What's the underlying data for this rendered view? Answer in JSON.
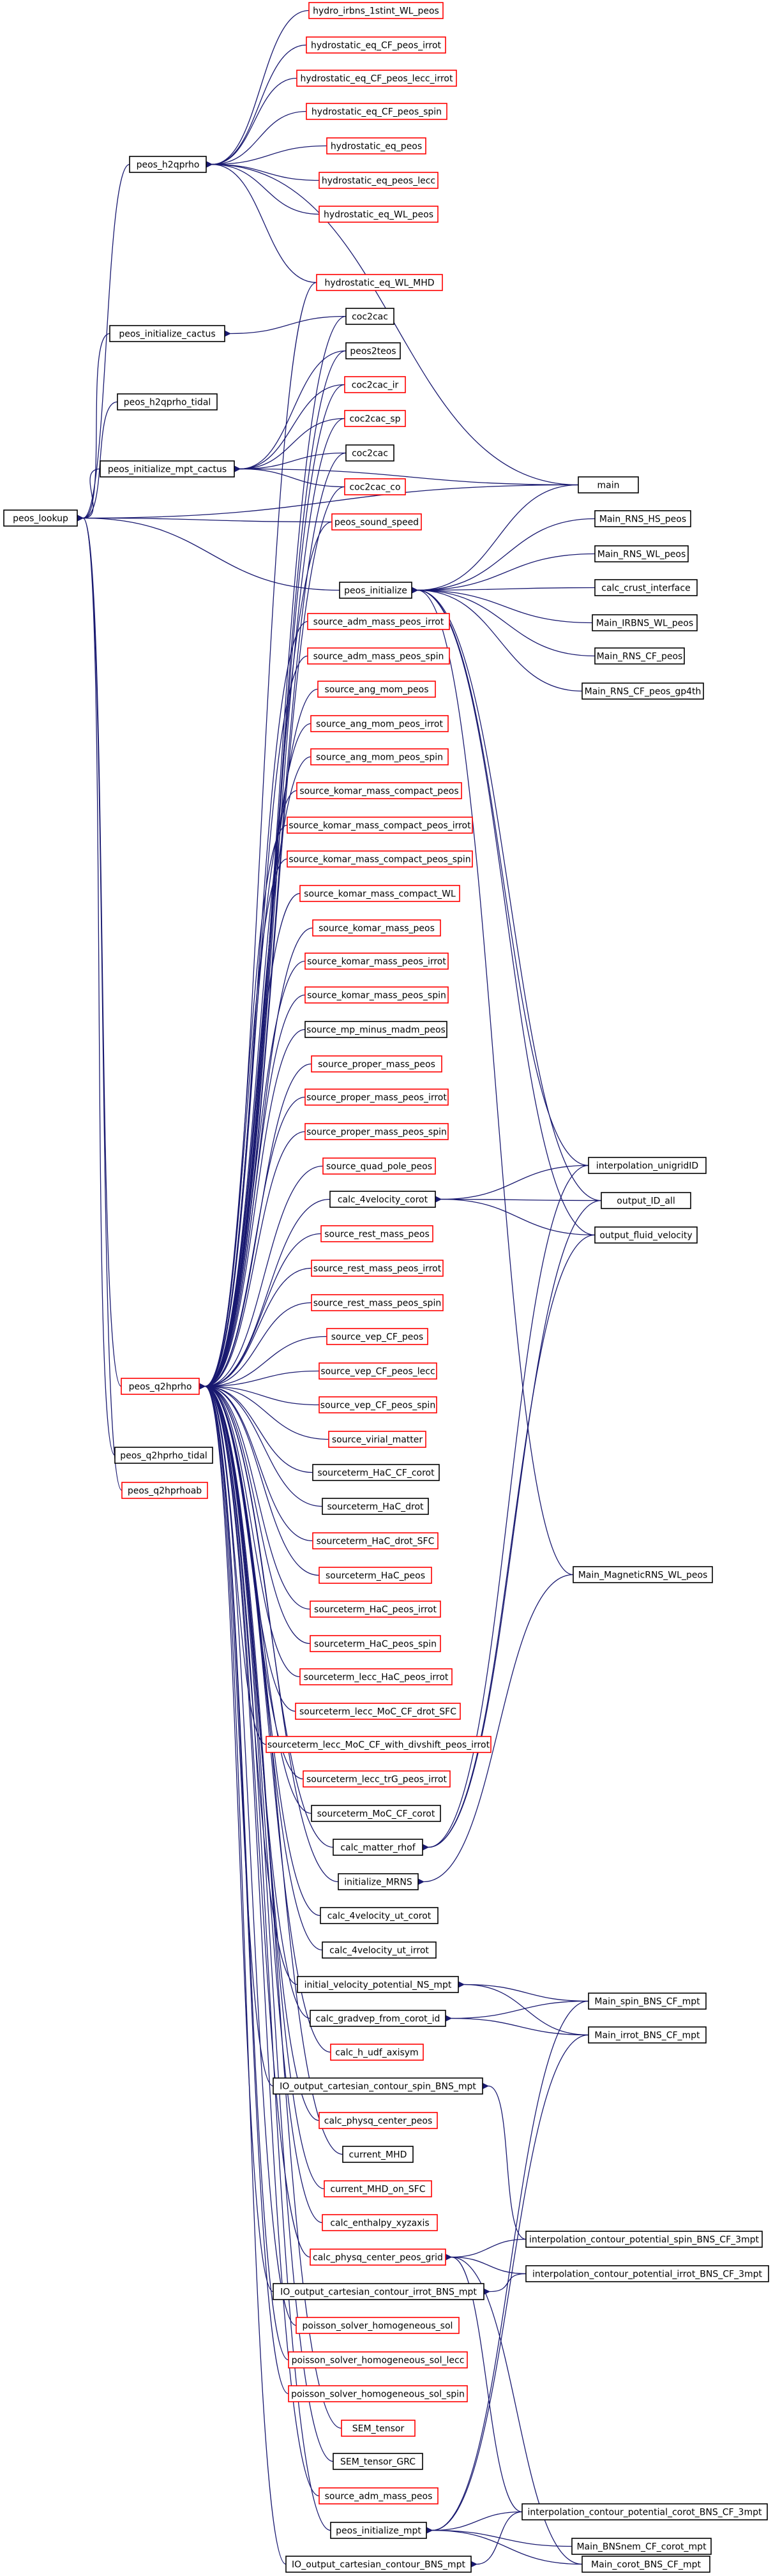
{
  "colors": {
    "edge": "#191970",
    "node_border_normal": "#000000",
    "node_border_leaf": "#ff0000",
    "root_fill": "#bfbfbf"
  },
  "nodes": [
    {
      "id": "root",
      "label": "peos_lookup",
      "kind": "root"
    },
    {
      "id": "h2qprho",
      "label": "peos_h2qprho",
      "kind": "normal"
    },
    {
      "id": "init_cactus",
      "label": "peos_initialize_cactus",
      "kind": "normal"
    },
    {
      "id": "h2qprho_tidal",
      "label": "peos_h2qprho_tidal",
      "kind": "normal"
    },
    {
      "id": "init_mpt_cactus",
      "label": "peos_initialize_mpt_cactus",
      "kind": "normal"
    },
    {
      "id": "q2hprho",
      "label": "peos_q2hprho",
      "kind": "leaf"
    },
    {
      "id": "q2hprho_tidal",
      "label": "peos_q2hprho_tidal",
      "kind": "normal"
    },
    {
      "id": "q2hprhoab",
      "label": "peos_q2hprhoab",
      "kind": "leaf"
    },
    {
      "id": "h_irbns",
      "label": "hydro_irbns_1stint_WL_peos",
      "kind": "leaf"
    },
    {
      "id": "h_cf_irrot",
      "label": "hydrostatic_eq_CF_peos_irrot",
      "kind": "leaf"
    },
    {
      "id": "h_cf_lecc_irrot",
      "label": "hydrostatic_eq_CF_peos_lecc_irrot",
      "kind": "leaf"
    },
    {
      "id": "h_cf_spin",
      "label": "hydrostatic_eq_CF_peos_spin",
      "kind": "leaf"
    },
    {
      "id": "h_eq",
      "label": "hydrostatic_eq_peos",
      "kind": "leaf"
    },
    {
      "id": "h_lecc",
      "label": "hydrostatic_eq_peos_lecc",
      "kind": "leaf"
    },
    {
      "id": "h_wl",
      "label": "hydrostatic_eq_WL_peos",
      "kind": "leaf"
    },
    {
      "id": "h_wl_mhd",
      "label": "hydrostatic_eq_WL_MHD",
      "kind": "leaf"
    },
    {
      "id": "coc2cac_a",
      "label": "coc2cac",
      "kind": "normal"
    },
    {
      "id": "peos2teos",
      "label": "peos2teos",
      "kind": "normal"
    },
    {
      "id": "coc2cac_ir",
      "label": "coc2cac_ir",
      "kind": "leaf"
    },
    {
      "id": "coc2cac_sp",
      "label": "coc2cac_sp",
      "kind": "leaf"
    },
    {
      "id": "coc2cac_b",
      "label": "coc2cac",
      "kind": "normal"
    },
    {
      "id": "coc2cac_co",
      "label": "coc2cac_co",
      "kind": "leaf"
    },
    {
      "id": "sound_speed",
      "label": "peos_sound_speed",
      "kind": "leaf"
    },
    {
      "id": "peos_init",
      "label": "peos_initialize",
      "kind": "normal"
    },
    {
      "id": "main",
      "label": "main",
      "kind": "normal"
    },
    {
      "id": "rns_hs",
      "label": "Main_RNS_HS_peos",
      "kind": "normal"
    },
    {
      "id": "rns_wl",
      "label": "Main_RNS_WL_peos",
      "kind": "normal"
    },
    {
      "id": "crust",
      "label": "calc_crust_interface",
      "kind": "normal"
    },
    {
      "id": "irbns_wl",
      "label": "Main_IRBNS_WL_peos",
      "kind": "normal"
    },
    {
      "id": "rns_cf",
      "label": "Main_RNS_CF_peos",
      "kind": "normal"
    },
    {
      "id": "rns_cf_gp4th",
      "label": "Main_RNS_CF_peos_gp4th",
      "kind": "normal"
    },
    {
      "id": "s_adm_irrot",
      "label": "source_adm_mass_peos_irrot",
      "kind": "leaf"
    },
    {
      "id": "s_adm_spin",
      "label": "source_adm_mass_peos_spin",
      "kind": "leaf"
    },
    {
      "id": "s_ang",
      "label": "source_ang_mom_peos",
      "kind": "leaf"
    },
    {
      "id": "s_ang_irrot",
      "label": "source_ang_mom_peos_irrot",
      "kind": "leaf"
    },
    {
      "id": "s_ang_spin",
      "label": "source_ang_mom_peos_spin",
      "kind": "leaf"
    },
    {
      "id": "s_kc",
      "label": "source_komar_mass_compact_peos",
      "kind": "leaf"
    },
    {
      "id": "s_kc_irrot",
      "label": "source_komar_mass_compact_peos_irrot",
      "kind": "leaf"
    },
    {
      "id": "s_kc_spin",
      "label": "source_komar_mass_compact_peos_spin",
      "kind": "leaf"
    },
    {
      "id": "s_kc_wl",
      "label": "source_komar_mass_compact_WL",
      "kind": "leaf"
    },
    {
      "id": "s_k",
      "label": "source_komar_mass_peos",
      "kind": "leaf"
    },
    {
      "id": "s_k_irrot",
      "label": "source_komar_mass_peos_irrot",
      "kind": "leaf"
    },
    {
      "id": "s_k_spin",
      "label": "source_komar_mass_peos_spin",
      "kind": "leaf"
    },
    {
      "id": "s_mp",
      "label": "source_mp_minus_madm_peos",
      "kind": "normal"
    },
    {
      "id": "s_prop",
      "label": "source_proper_mass_peos",
      "kind": "leaf"
    },
    {
      "id": "s_prop_irrot",
      "label": "source_proper_mass_peos_irrot",
      "kind": "leaf"
    },
    {
      "id": "s_prop_spin",
      "label": "source_proper_mass_peos_spin",
      "kind": "leaf"
    },
    {
      "id": "s_quad",
      "label": "source_quad_pole_peos",
      "kind": "leaf"
    },
    {
      "id": "c4v_corot",
      "label": "calc_4velocity_corot",
      "kind": "normal"
    },
    {
      "id": "interp_unigrid",
      "label": "interpolation_unigridID",
      "kind": "normal"
    },
    {
      "id": "out_id_all",
      "label": "output_ID_all",
      "kind": "normal"
    },
    {
      "id": "out_fluid",
      "label": "output_fluid_velocity",
      "kind": "normal"
    },
    {
      "id": "s_rest",
      "label": "source_rest_mass_peos",
      "kind": "leaf"
    },
    {
      "id": "s_rest_irrot",
      "label": "source_rest_mass_peos_irrot",
      "kind": "leaf"
    },
    {
      "id": "s_rest_spin",
      "label": "source_rest_mass_peos_spin",
      "kind": "leaf"
    },
    {
      "id": "s_vep",
      "label": "source_vep_CF_peos",
      "kind": "leaf"
    },
    {
      "id": "s_vep_lecc",
      "label": "source_vep_CF_peos_lecc",
      "kind": "leaf"
    },
    {
      "id": "s_vep_spin",
      "label": "source_vep_CF_peos_spin",
      "kind": "leaf"
    },
    {
      "id": "s_virial",
      "label": "source_virial_matter",
      "kind": "leaf"
    },
    {
      "id": "st_hac_cf_corot",
      "label": "sourceterm_HaC_CF_corot",
      "kind": "normal"
    },
    {
      "id": "st_hac_drot",
      "label": "sourceterm_HaC_drot",
      "kind": "normal"
    },
    {
      "id": "st_hac_drot_sfc",
      "label": "sourceterm_HaC_drot_SFC",
      "kind": "leaf"
    },
    {
      "id": "st_hac",
      "label": "sourceterm_HaC_peos",
      "kind": "leaf"
    },
    {
      "id": "st_hac_irrot",
      "label": "sourceterm_HaC_peos_irrot",
      "kind": "leaf"
    },
    {
      "id": "st_hac_spin",
      "label": "sourceterm_HaC_peos_spin",
      "kind": "leaf"
    },
    {
      "id": "st_lecc_hac_irrot",
      "label": "sourceterm_lecc_HaC_peos_irrot",
      "kind": "leaf"
    },
    {
      "id": "st_lecc_moc_drot",
      "label": "sourceterm_lecc_MoC_CF_drot_SFC",
      "kind": "leaf"
    },
    {
      "id": "st_lecc_moc_divshift",
      "label": "sourceterm_lecc_MoC_CF_with_divshift_peos_irrot",
      "kind": "leaf"
    },
    {
      "id": "st_lecc_trg",
      "label": "sourceterm_lecc_trG_peos_irrot",
      "kind": "leaf"
    },
    {
      "id": "st_moc_cf_corot",
      "label": "sourceterm_MoC_CF_corot",
      "kind": "normal"
    },
    {
      "id": "matter_rhof",
      "label": "calc_matter_rhof",
      "kind": "normal"
    },
    {
      "id": "magnetic_rns",
      "label": "Main_MagneticRNS_WL_peos",
      "kind": "normal"
    },
    {
      "id": "init_mrns",
      "label": "initialize_MRNS",
      "kind": "normal"
    },
    {
      "id": "c4v_ut_corot",
      "label": "calc_4velocity_ut_corot",
      "kind": "normal"
    },
    {
      "id": "c4v_ut_irrot",
      "label": "calc_4velocity_ut_irrot",
      "kind": "normal"
    },
    {
      "id": "ivp_ns",
      "label": "initial_velocity_potential_NS_mpt",
      "kind": "normal"
    },
    {
      "id": "spin_bns",
      "label": "Main_spin_BNS_CF_mpt",
      "kind": "normal"
    },
    {
      "id": "gradvep",
      "label": "calc_gradvep_from_corot_id",
      "kind": "normal"
    },
    {
      "id": "irrot_bns",
      "label": "Main_irrot_BNS_CF_mpt",
      "kind": "normal"
    },
    {
      "id": "h_udf",
      "label": "calc_h_udf_axisym",
      "kind": "leaf"
    },
    {
      "id": "io_spin",
      "label": "IO_output_cartesian_contour_spin_BNS_mpt",
      "kind": "normal"
    },
    {
      "id": "physq_center",
      "label": "calc_physq_center_peos",
      "kind": "leaf"
    },
    {
      "id": "current_mhd",
      "label": "current_MHD",
      "kind": "normal"
    },
    {
      "id": "current_mhd_sfc",
      "label": "current_MHD_on_SFC",
      "kind": "leaf"
    },
    {
      "id": "enthalpy_xyz",
      "label": "calc_enthalpy_xyzaxis",
      "kind": "leaf"
    },
    {
      "id": "icp_spin",
      "label": "interpolation_contour_potential_spin_BNS_CF_3mpt",
      "kind": "normal"
    },
    {
      "id": "physq_grid",
      "label": "calc_physq_center_peos_grid",
      "kind": "leaf"
    },
    {
      "id": "icp_irrot",
      "label": "interpolation_contour_potential_irrot_BNS_CF_3mpt",
      "kind": "normal"
    },
    {
      "id": "io_irrot",
      "label": "IO_output_cartesian_contour_irrot_BNS_mpt",
      "kind": "normal"
    },
    {
      "id": "poisson_h",
      "label": "poisson_solver_homogeneous_sol",
      "kind": "leaf"
    },
    {
      "id": "poisson_h_lecc",
      "label": "poisson_solver_homogeneous_sol_lecc",
      "kind": "leaf"
    },
    {
      "id": "poisson_h_spin",
      "label": "poisson_solver_homogeneous_sol_spin",
      "kind": "leaf"
    },
    {
      "id": "sem",
      "label": "SEM_tensor",
      "kind": "leaf"
    },
    {
      "id": "sem_grc",
      "label": "SEM_tensor_GRC",
      "kind": "normal"
    },
    {
      "id": "s_adm",
      "label": "source_adm_mass_peos",
      "kind": "leaf"
    },
    {
      "id": "icp_corot",
      "label": "interpolation_contour_potential_corot_BNS_CF_3mpt",
      "kind": "normal"
    },
    {
      "id": "peos_init_mpt",
      "label": "peos_initialize_mpt",
      "kind": "normal"
    },
    {
      "id": "bnsnem",
      "label": "Main_BNSnem_CF_corot_mpt",
      "kind": "normal"
    },
    {
      "id": "io_bns",
      "label": "IO_output_cartesian_contour_BNS_mpt",
      "kind": "normal"
    },
    {
      "id": "corot_bns",
      "label": "Main_corot_BNS_CF_mpt",
      "kind": "normal"
    }
  ]
}
